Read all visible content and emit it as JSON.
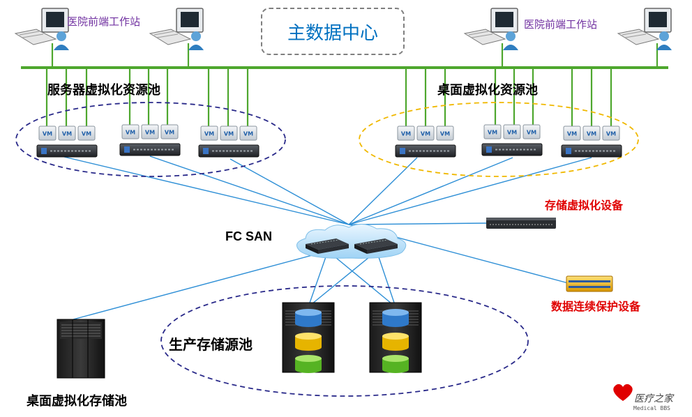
{
  "center_title": "主数据中心",
  "workstations": {
    "left_label": "医院前端工作站",
    "right_label": "医院前端工作站"
  },
  "pools": {
    "server_pool": "服务器虚拟化资源池",
    "desktop_pool": "桌面虚拟化资源池",
    "vm_tag": "VM"
  },
  "san": {
    "label": "FC SAN"
  },
  "devices": {
    "storage_virtualization": "存储虚拟化设备",
    "continuous_protection": "数据连续保护设备"
  },
  "storage": {
    "production_pool": "生产存储源池",
    "desktop_storage_pool": "桌面虚拟化存储池"
  },
  "watermark": {
    "text": "医疗之家",
    "sub": "Medical BBS"
  },
  "colors": {
    "backbone": "#4ea72e",
    "fc_links": "#2e8fd6",
    "server_pool_border": "#2a2a8a",
    "desktop_pool_border": "#f0b800",
    "label_red": "#e00000",
    "label_purple": "#7030a0",
    "title_blue": "#0070c0"
  }
}
